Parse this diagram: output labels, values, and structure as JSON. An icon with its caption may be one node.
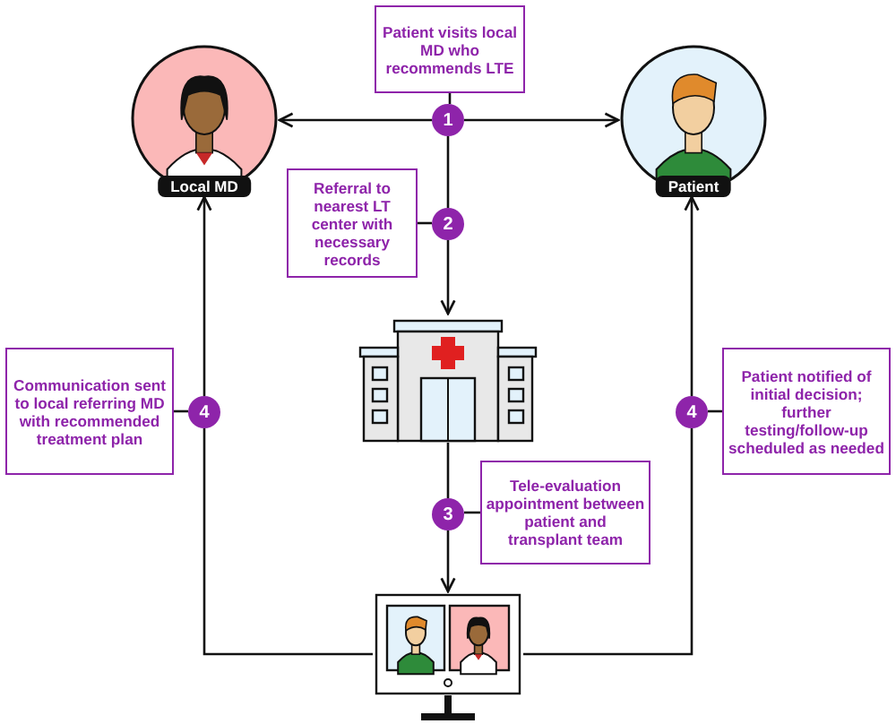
{
  "diagram": {
    "nodes": [
      {
        "text": [
          "Local MD"
        ]
      },
      {
        "text": [
          "Patient"
        ]
      },
      {
        "text": [],
        "shape": "picture"
      },
      {
        "text": [],
        "shape": "picture"
      },
      {
        "text": [
          "Patient visits local MD who recommends LTE"
        ]
      },
      {
        "text": [
          "1"
        ]
      },
      {
        "text": [
          "Referral to nearest LT center with necessary records"
        ]
      },
      {
        "text": [
          "2"
        ]
      },
      {
        "text": [
          "Tele-evaluation appointment between patient and transplant team"
        ]
      },
      {
        "text": [
          "3"
        ]
      },
      {
        "text": [
          "Communication sent to local referring MD with recommended treatment plan"
        ]
      },
      {
        "text": [
          "4"
        ]
      },
      {
        "text": [
          "Patient notified of initial decision; further testing/follow-up scheduled as needed"
        ]
      },
      {
        "text": [
          "4"
        ]
      }
    ],
    "edges": [
      {
        "from": 5,
        "to": 0,
        "arrow": "to"
      },
      {
        "from": 5,
        "to": 1,
        "arrow": "to"
      },
      {
        "from": 4,
        "to": 5,
        "arrow": "none"
      },
      {
        "from": 5,
        "to": 7,
        "arrow": "none"
      },
      {
        "from": 6,
        "to": 7,
        "arrow": "none"
      },
      {
        "from": 7,
        "to": 2,
        "arrow": "to"
      },
      {
        "from": 2,
        "to": 9,
        "arrow": "none"
      },
      {
        "from": 8,
        "to": 9,
        "arrow": "none"
      },
      {
        "from": 9,
        "to": 3,
        "arrow": "to"
      },
      {
        "from": 3,
        "to": 11,
        "arrow": "none"
      },
      {
        "from": 10,
        "to": 11,
        "arrow": "none"
      },
      {
        "from": 11,
        "to": 0,
        "arrow": "to"
      },
      {
        "from": 3,
        "to": 13,
        "arrow": "none"
      },
      {
        "from": 12,
        "to": 13,
        "arrow": "none"
      },
      {
        "from": 13,
        "to": 1,
        "arrow": "to"
      }
    ]
  }
}
